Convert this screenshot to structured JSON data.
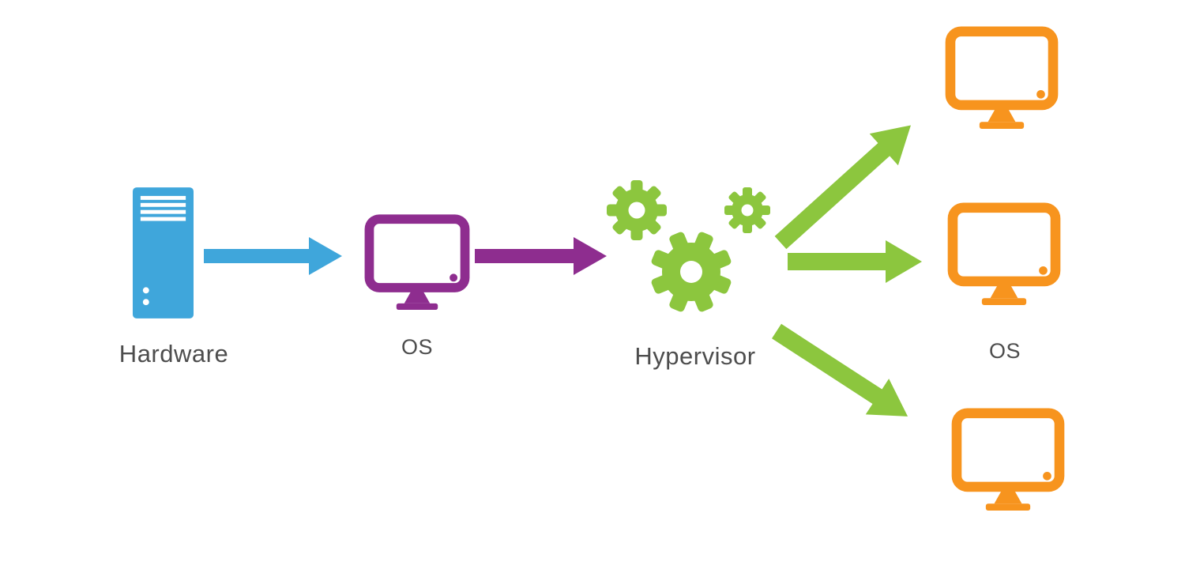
{
  "diagram": {
    "topic": "Hypervisor virtualization architecture",
    "nodes": [
      {
        "id": "hardware",
        "icon": "server-tower-icon",
        "label": "Hardware",
        "color": "#3FA6DB"
      },
      {
        "id": "host-os",
        "icon": "monitor-icon",
        "label": "OS",
        "color": "#8E2D8F"
      },
      {
        "id": "hypervisor",
        "icon": "gears-icon",
        "label": "Hypervisor",
        "color": "#8CC63E"
      },
      {
        "id": "vm-top",
        "icon": "monitor-icon",
        "label": "",
        "color": "#F7941E"
      },
      {
        "id": "vm-middle",
        "icon": "monitor-icon",
        "label": "OS",
        "color": "#F7941E"
      },
      {
        "id": "vm-bottom",
        "icon": "monitor-icon",
        "label": "",
        "color": "#F7941E"
      }
    ],
    "edges": [
      {
        "from": "hardware",
        "to": "host-os",
        "color": "#3FA6DB"
      },
      {
        "from": "host-os",
        "to": "hypervisor",
        "color": "#8E2D8F"
      },
      {
        "from": "hypervisor",
        "to": "vm-top",
        "color": "#8CC63E"
      },
      {
        "from": "hypervisor",
        "to": "vm-middle",
        "color": "#8CC63E"
      },
      {
        "from": "hypervisor",
        "to": "vm-bottom",
        "color": "#8CC63E"
      }
    ],
    "colors": {
      "hardware_blue": "#3FA6DB",
      "os_purple": "#8E2D8F",
      "hypervisor_green": "#8CC63E",
      "vm_orange": "#F7941E",
      "label_text": "#4D4D4D",
      "background": "#FFFFFF"
    }
  }
}
